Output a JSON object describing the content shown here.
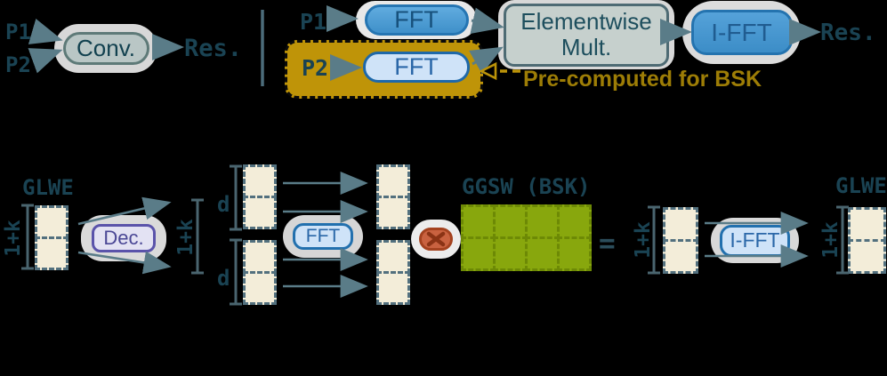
{
  "labels": {
    "p1": "P1",
    "p2": "P2",
    "res": "Res.",
    "glwe": "GLWE",
    "one_plus_k": "1+k",
    "d": "d",
    "equals": "="
  },
  "top_left": {
    "conv": "Conv."
  },
  "top_right": {
    "fft_p1": "FFT",
    "fft_p2": "FFT",
    "elementwise_line1": "Elementwise",
    "elementwise_line2": "Mult.",
    "ifft": "I-FFT",
    "precomputed_note": "Pre-computed for BSK"
  },
  "bottom": {
    "dec": "Dec.",
    "fft": "FFT",
    "ifft": "I-FFT",
    "ggsw": "GGSW (BSK)"
  },
  "colors": {
    "background": "#000000",
    "dark_teal_text": "#1a4353",
    "slate_arrow": "#5a7c88",
    "fft_blue_fill": "#4f9fd5",
    "fft_blue_border": "#2575b2",
    "fft_light_fill": "#cfe3f8",
    "fft_light_border": "#2270ae",
    "gold_highlight": "#bf9408",
    "gold_text": "#9d7d06",
    "conv_fill": "#b9c6c5",
    "elementwise_fill": "#c6d0cd",
    "dec_fill": "#e3e2f3",
    "dec_border": "#5a53aa",
    "cream_cell": "#f3edd9",
    "cream_cell_border": "#52707e",
    "ggsw_green": "#88a70d",
    "ggsw_green_border": "#6d8905",
    "multiply_fill": "#c96240",
    "multiply_border": "#a4421f",
    "glow_gray": "#d8d8d8"
  }
}
